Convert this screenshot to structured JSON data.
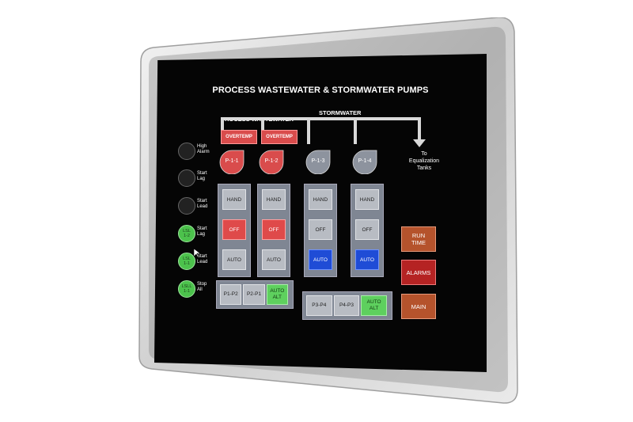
{
  "screen": {
    "title": "PROCESS WASTEWATER & STORMWATER PUMPS",
    "section_process": "PROCESS WASTEWATER",
    "section_storm": "STORMWATER",
    "destination": "To\nEqualization\nTanks"
  },
  "alarms": {
    "p11": "OVERTEMP",
    "p12": "OVERTEMP"
  },
  "pumps": [
    {
      "label": "P-1-1",
      "color": "#d94c4c"
    },
    {
      "label": "P-1-2",
      "color": "#d94c4c"
    },
    {
      "label": "P-1-3",
      "color": "#8d939e"
    },
    {
      "label": "P-1-4",
      "color": "#8d939e"
    }
  ],
  "lamps": [
    {
      "text": "",
      "label": "High\nAlarm",
      "state": "off"
    },
    {
      "text": "",
      "label": "Start\nLag",
      "state": "off"
    },
    {
      "text": "",
      "label": "Start\nLead",
      "state": "off"
    },
    {
      "text": "LSL\n1-2",
      "label": "Start\nLag",
      "state": "on"
    },
    {
      "text": "LSL\n1-1",
      "label": "Start\nLead",
      "state": "on"
    },
    {
      "text": "LSLL\n1-1",
      "label": "Stop\nAll",
      "state": "on"
    }
  ],
  "hoa": {
    "hand": "HAND",
    "off": "OFF",
    "auto": "AUTO",
    "states": [
      "OFF",
      "OFF",
      "AUTO",
      "AUTO"
    ]
  },
  "alternation": {
    "g1": [
      "P1-P2",
      "P2-P1",
      "AUTO\nALT"
    ],
    "g2": [
      "P3-P4",
      "P4-P3",
      "AUTO\nALT"
    ]
  },
  "nav": {
    "run_time": "RUN\nTIME",
    "alarms": "ALARMS",
    "main": "MAIN"
  }
}
